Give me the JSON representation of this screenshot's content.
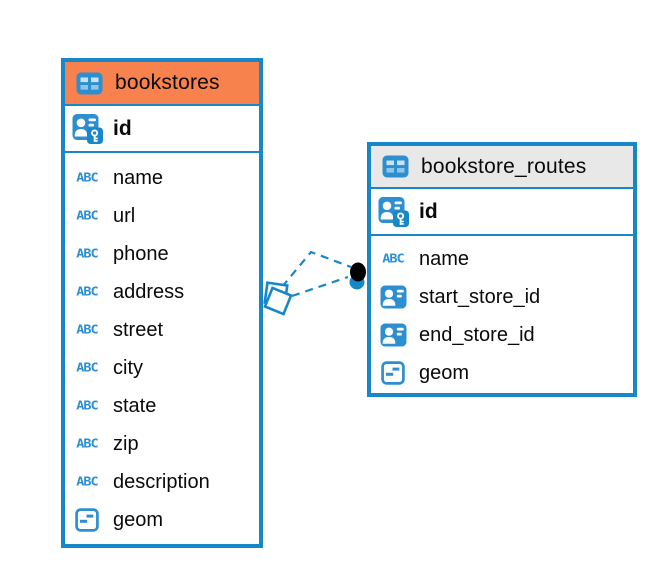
{
  "colors": {
    "accent_blue": "#1787C8",
    "icon_blue": "#2E8FD0",
    "bookstores_header_bg": "#F8824D",
    "routes_header_bg": "#E8E8E8",
    "text": "#0a0a0a"
  },
  "icons": {
    "text_type_glyph": "ABC",
    "header_icon": "table-icon",
    "primary_key_icon": "person-key-icon",
    "foreign_key_icon": "person-icon",
    "geometry_icon": "square-dash-icon"
  },
  "tables": [
    {
      "title": "bookstores",
      "header_bg": "#F8824D",
      "key_columns": [
        {
          "name": "id",
          "icon": "pk"
        }
      ],
      "columns": [
        {
          "name": "name",
          "icon": "text"
        },
        {
          "name": "url",
          "icon": "text"
        },
        {
          "name": "phone",
          "icon": "text"
        },
        {
          "name": "address",
          "icon": "text"
        },
        {
          "name": "street",
          "icon": "text"
        },
        {
          "name": "city",
          "icon": "text"
        },
        {
          "name": "state",
          "icon": "text"
        },
        {
          "name": "zip",
          "icon": "text"
        },
        {
          "name": "description",
          "icon": "text"
        },
        {
          "name": "geom",
          "icon": "geometry"
        }
      ]
    },
    {
      "title": "bookstore_routes",
      "header_bg": "#E8E8E8",
      "key_columns": [
        {
          "name": "id",
          "icon": "pk"
        }
      ],
      "columns": [
        {
          "name": "name",
          "icon": "text"
        },
        {
          "name": "start_store_id",
          "icon": "fk"
        },
        {
          "name": "end_store_id",
          "icon": "fk"
        },
        {
          "name": "geom",
          "icon": "geometry"
        }
      ]
    }
  ],
  "relationship": {
    "from_table": "bookstores",
    "to_table": "bookstore_routes",
    "line_style": "dashed"
  }
}
